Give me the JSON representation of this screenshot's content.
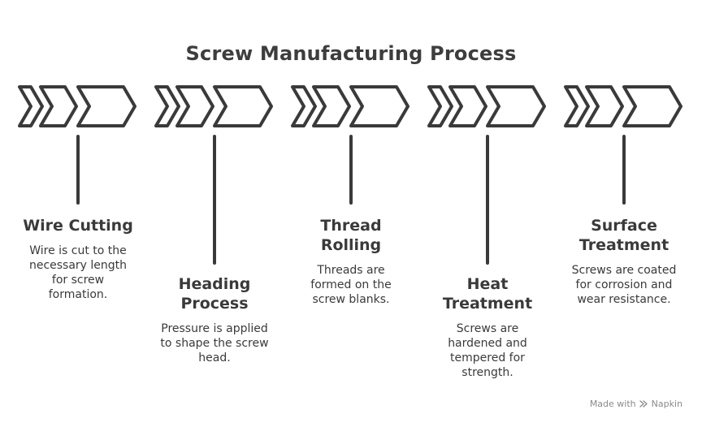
{
  "title": "Screw Manufacturing Process",
  "steps": [
    {
      "title_line1": "Wire Cutting",
      "title_line2": "",
      "desc_lines": [
        "Wire is cut to the",
        "necessary length",
        "for screw",
        "formation."
      ]
    },
    {
      "title_line1": "Heading",
      "title_line2": "Process",
      "desc_lines": [
        "Pressure is applied",
        "to shape the screw",
        "head."
      ]
    },
    {
      "title_line1": "Thread",
      "title_line2": "Rolling",
      "desc_lines": [
        "Threads are",
        "formed on the",
        "screw blanks."
      ]
    },
    {
      "title_line1": "Heat",
      "title_line2": "Treatment",
      "desc_lines": [
        "Screws are",
        "hardened and",
        "tempered for",
        "strength."
      ]
    },
    {
      "title_line1": "Surface",
      "title_line2": "Treatment",
      "desc_lines": [
        "Screws are coated",
        "for corrosion and",
        "wear resistance."
      ]
    }
  ],
  "footer": {
    "made_with": "Made with",
    "brand": "Napkin"
  },
  "colors": {
    "stroke": "#3a3a3a",
    "text": "#3a3a3a",
    "footer": "#8a8a8a"
  },
  "icons": {
    "chevron": "triple-chevron-arrow-icon",
    "brand": "napkin-logo-icon"
  }
}
